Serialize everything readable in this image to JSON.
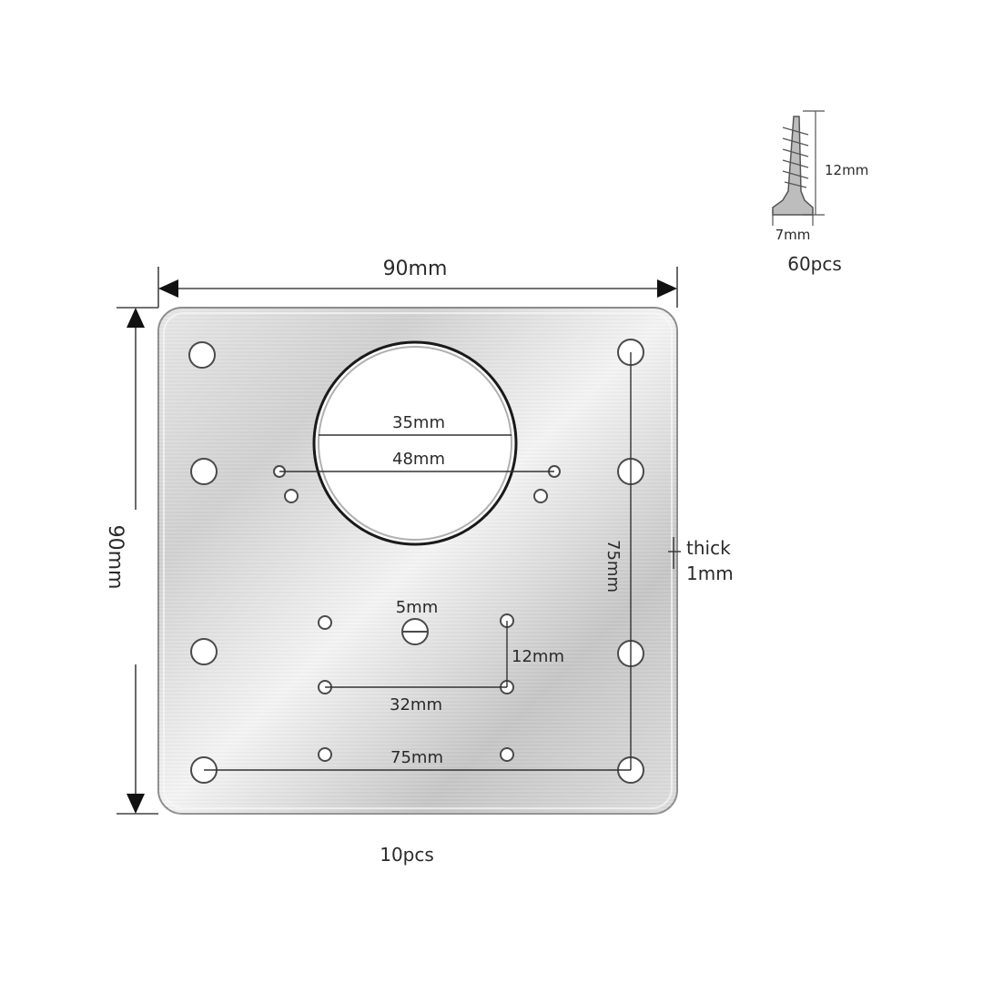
{
  "dimensions": {
    "plate_width": "90mm",
    "plate_height": "90mm",
    "circle_inner": "35mm",
    "circle_outer": "48mm",
    "slot_width": "5mm",
    "vertical_spacing": "12mm",
    "horizontal_spacing": "32mm",
    "bottom_hole_span": "75mm",
    "right_hole_span": "75mm",
    "thickness_line1": "thick",
    "thickness_line2": "1mm",
    "screw_length": "12mm",
    "screw_head": "7mm"
  },
  "quantities": {
    "plates": "10pcs",
    "screws": "60pcs"
  },
  "colors": {
    "plate_light": "#f2f2f2",
    "plate_mid": "#c9c9c9",
    "plate_dark": "#a8a8a8",
    "dimension_line": "#333333"
  }
}
